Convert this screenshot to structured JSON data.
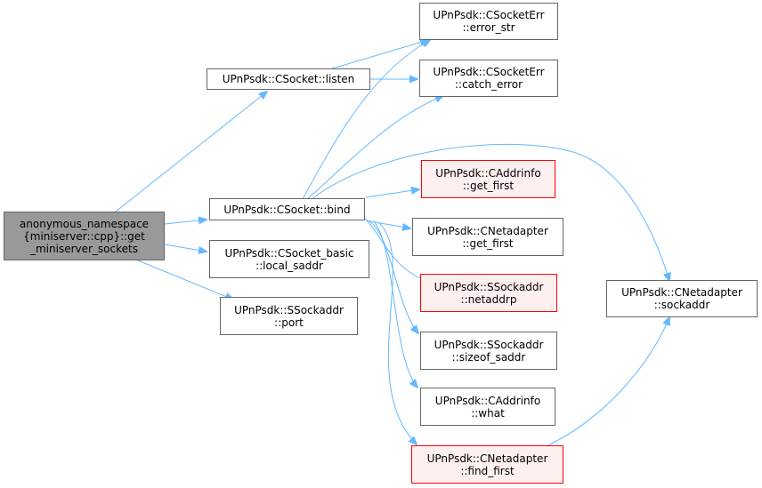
{
  "colors": {
    "edge": "#63b8ff",
    "node_border": "#666666",
    "root_fill": "#999999",
    "red_border": "#ff0000",
    "red_fill": "#fff0f0"
  },
  "nodes": {
    "root": [
      "anonymous_namespace",
      "{miniserver::cpp}::get",
      "_miniserver_sockets"
    ],
    "listen": [
      "UPnPsdk::CSocket::listen"
    ],
    "bind": [
      "UPnPsdk::CSocket::bind"
    ],
    "local_saddr": [
      "UPnPsdk::CSocket_basic",
      "::local_saddr"
    ],
    "port": [
      "UPnPsdk::SSockaddr",
      "::port"
    ],
    "error_str": [
      "UPnPsdk::CSocketErr",
      "::error_str"
    ],
    "catch_error": [
      "UPnPsdk::CSocketErr",
      "::catch_error"
    ],
    "addrinfo_get_first": [
      "UPnPsdk::CAddrinfo",
      "::get_first"
    ],
    "netadapter_get_first": [
      "UPnPsdk::CNetadapter",
      "::get_first"
    ],
    "netaddrp": [
      "UPnPsdk::SSockaddr",
      "::netaddrp"
    ],
    "sizeof_saddr": [
      "UPnPsdk::SSockaddr",
      "::sizeof_saddr"
    ],
    "what": [
      "UPnPsdk::CAddrinfo",
      "::what"
    ],
    "find_first": [
      "UPnPsdk::CNetadapter",
      "::find_first"
    ],
    "sockaddr": [
      "UPnPsdk::CNetadapter",
      "::sockaddr"
    ]
  }
}
